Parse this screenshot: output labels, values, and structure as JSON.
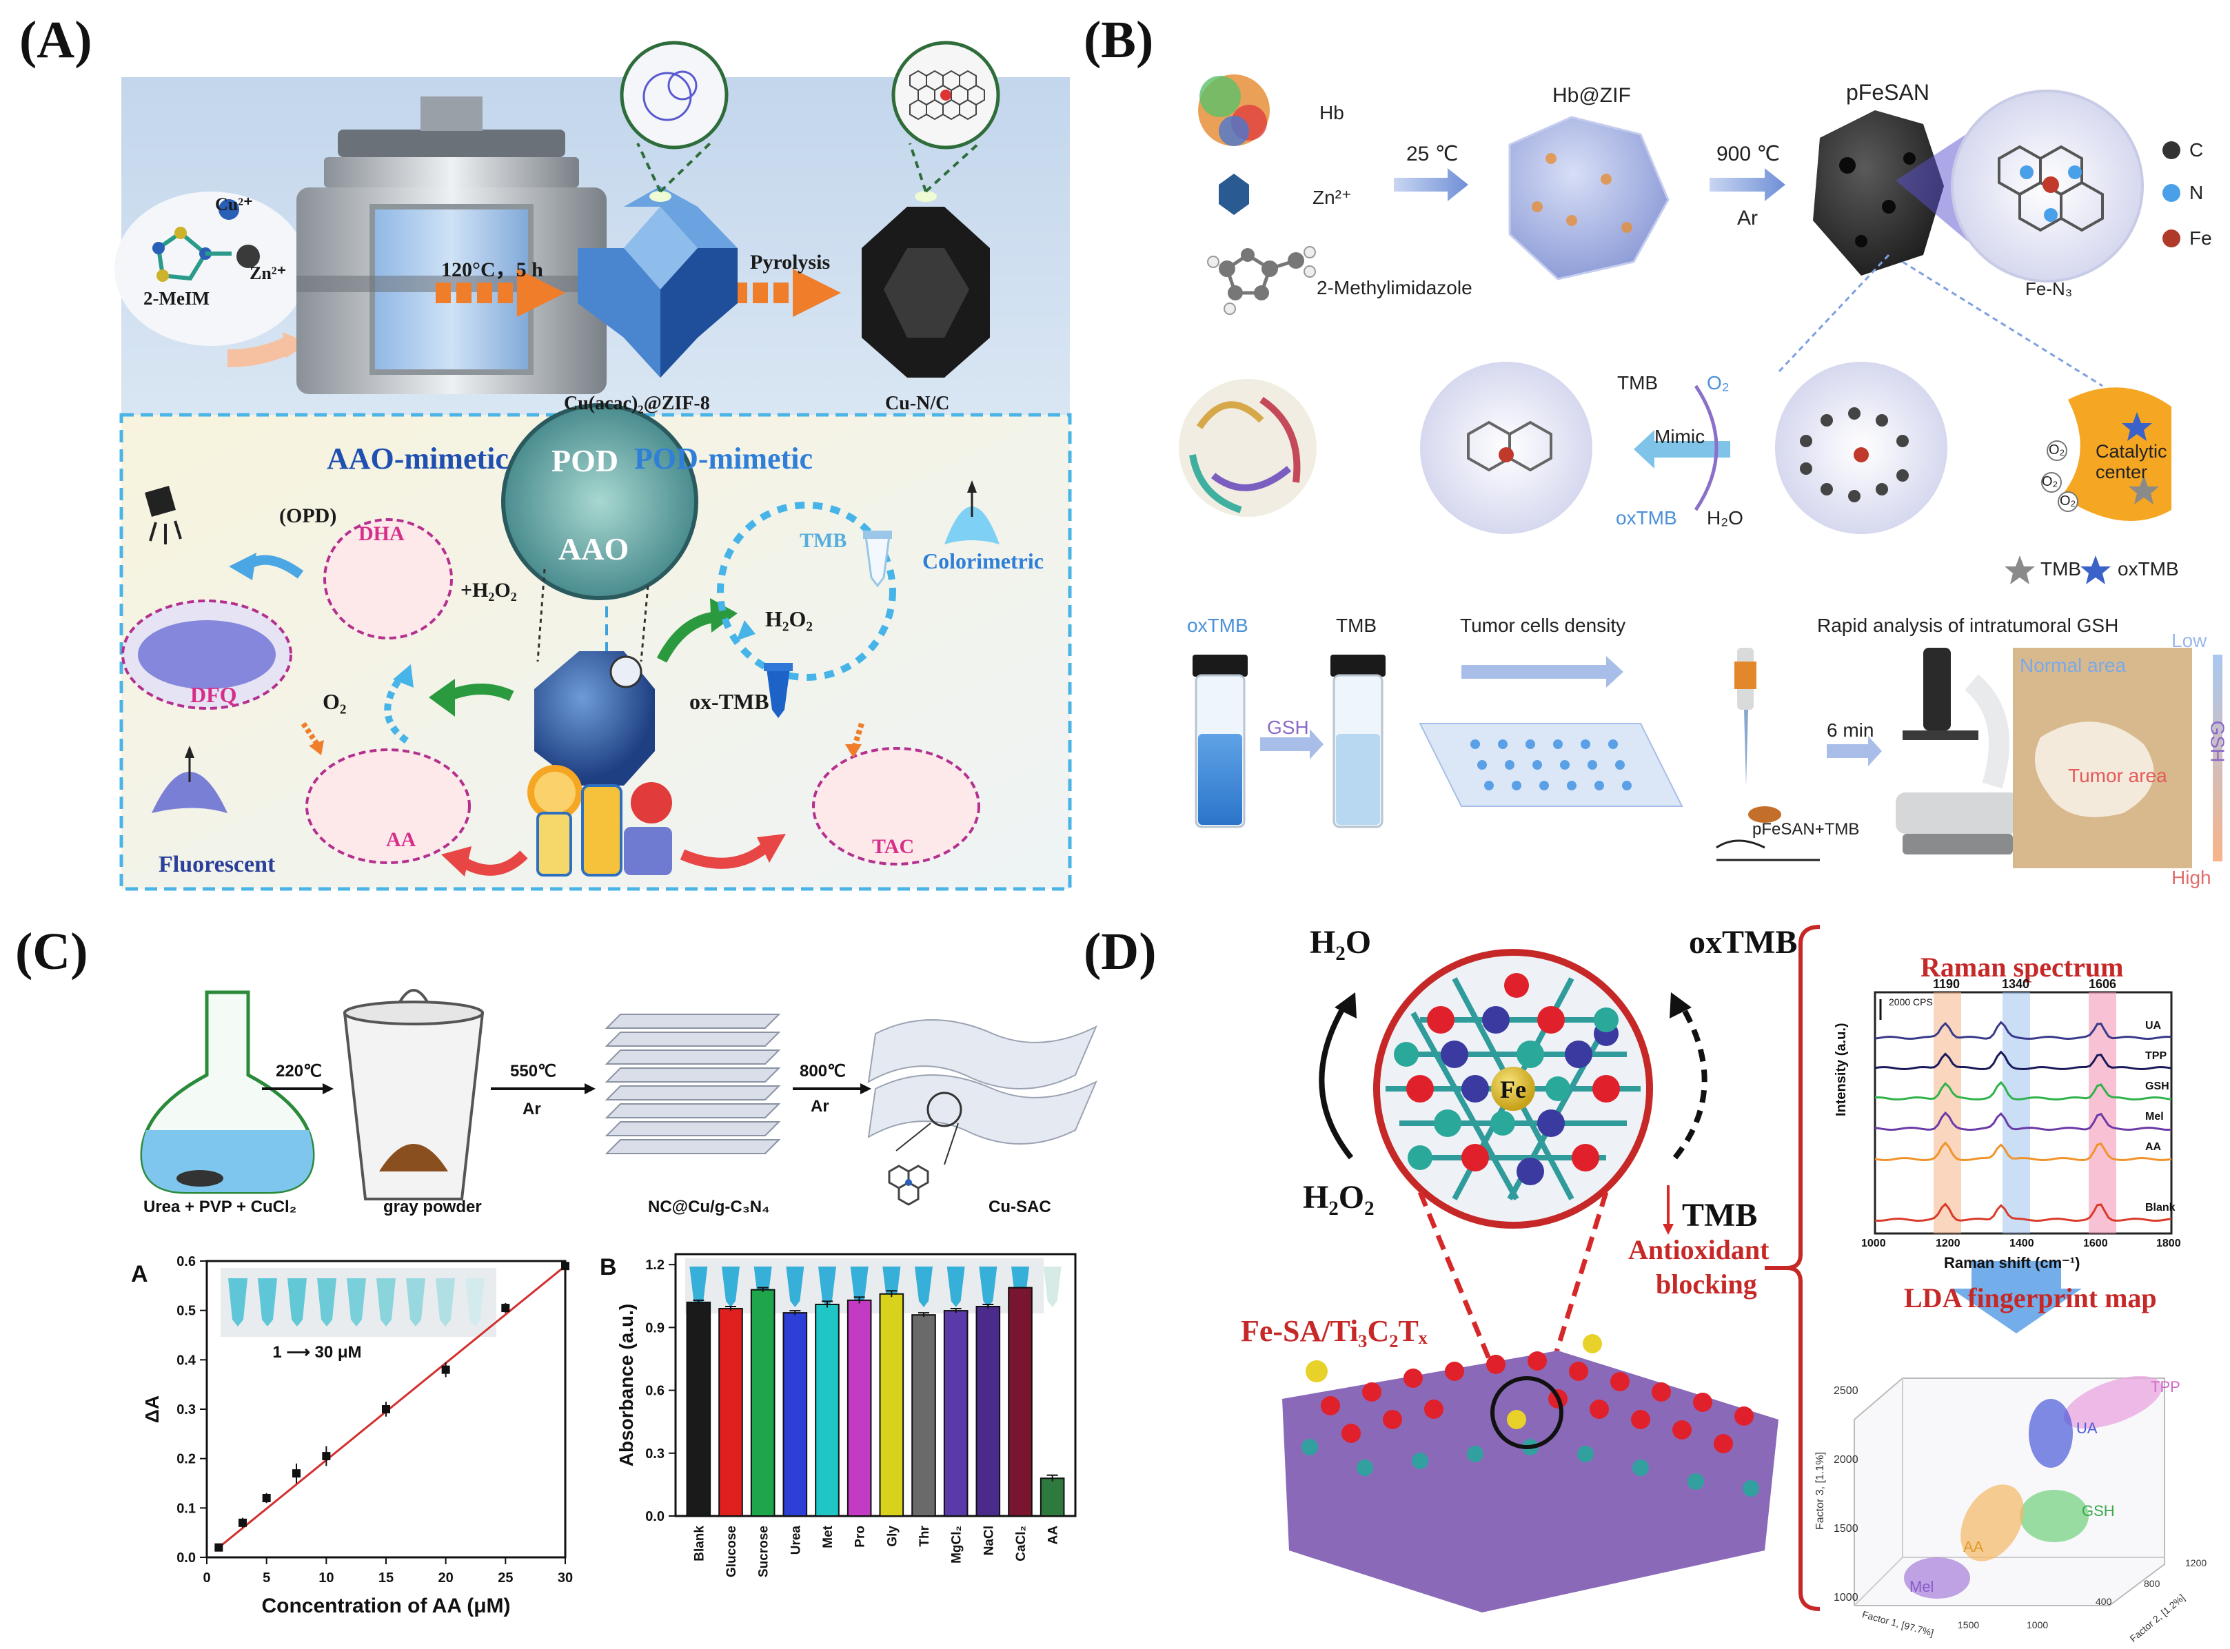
{
  "panels": {
    "a": {
      "label": "(A)",
      "top": {
        "cu_label": "Cu²⁺",
        "zn_label": "Zn²⁺",
        "linker_label": "2-MeIM",
        "step1": "120°C，5 h",
        "product1": "Cu(acac)₂@ZIF-8",
        "step2": "Pyrolysis",
        "product2": "Cu-N/C"
      },
      "bottom": {
        "aao_title": "AAO-mimetic",
        "pod_title": "POD-mimetic",
        "pod_sphere": "POD",
        "aao_sphere": "AAO",
        "opd": "(OPD)",
        "dha": "DHA",
        "h2o2_plus": "+H₂O₂",
        "dfq": "DFQ",
        "o2": "O₂",
        "aa": "AA",
        "fluorescent": "Fluorescent",
        "tmb": "TMB",
        "h2o2": "H₂O₂",
        "ox_tmb": "ox-TMB",
        "colorimetric": "Colorimetric",
        "tac": "TAC"
      }
    },
    "b": {
      "label": "(B)",
      "hb": "Hb",
      "zn": "Zn²⁺",
      "methylimidazole": "2-Methylimidazole",
      "temp1": "25 ℃",
      "hb_zif": "Hb@ZIF",
      "temp2": "900 ℃",
      "ar": "Ar",
      "pfesan": "pFeSAN",
      "fe_n3": "Fe-N₃",
      "legend": [
        "C",
        "N",
        "Fe"
      ],
      "tmb": "TMB",
      "o2": "O₂",
      "mimic": "Mimic",
      "oxtmb": "oxTMB",
      "h2o": "H₂O",
      "catalytic_center": "Catalytic center",
      "o2_marks": [
        "O₂",
        "O₂",
        "O₂"
      ],
      "star_legend": [
        "TMB",
        "oxTMB"
      ],
      "vial_oxtmb": "oxTMB",
      "vial_tmb": "TMB",
      "gsh_arrow": "GSH",
      "tumor_density": "Tumor cells density",
      "rapid_analysis": "Rapid analysis of intratumoral GSH",
      "pipette_label": "pFeSAN+TMB",
      "time": "6 min",
      "normal_area": "Normal area",
      "tumor_area": "Tumor area",
      "low": "Low",
      "gsh_scale": "GSH",
      "high": "High"
    },
    "c": {
      "label": "(C)",
      "step1_temp": "220℃",
      "step2_temp": "550℃",
      "step2_gas": "Ar",
      "step3_temp": "800℃",
      "step3_gas": "Ar",
      "reagents": "Urea + PVP + CuCl₂",
      "gray_powder": "gray powder",
      "nc_label": "NC@Cu/g-C₃N₄",
      "cu_sac": "Cu-SAC"
    },
    "d": {
      "label": "(D)",
      "h2o": "H₂O",
      "h2o2": "H₂O₂",
      "oxtmb": "oxTMB",
      "tmb": "TMB",
      "fe": "Fe",
      "antioxidant": "Antioxidant",
      "blocking": "blocking",
      "material": "Fe-SA/Ti₃C₂Tₓ",
      "raman_title": "Raman spectrum",
      "lda_title": "LDA fingerprint map",
      "lda_groups": [
        "TPP",
        "UA",
        "GSH",
        "AA",
        "Mel"
      ],
      "lda_z_label": "Factor 3, [1.1%]",
      "lda_x_label": "Factor 1, [97.7%]",
      "lda_y_label": "Factor 2, [1.2%]",
      "lda_ticks": [
        "2500",
        "2000",
        "1500",
        "1000",
        "1500",
        "1000",
        "400",
        "800",
        "1200"
      ]
    }
  },
  "chart_data": [
    {
      "type": "scatter",
      "panel": "C-A",
      "subplot_label": "A",
      "xlabel": "Concentration of AA (μM)",
      "ylabel": "ΔA",
      "xlim": [
        0,
        30
      ],
      "ylim": [
        0,
        0.6
      ],
      "xticks": [
        "0",
        "5",
        "10",
        "15",
        "20",
        "25",
        "30"
      ],
      "yticks": [
        "0.0",
        "0.1",
        "0.2",
        "0.3",
        "0.4",
        "0.5",
        "0.6"
      ],
      "inset_text": "1 ⟶ 30 μM",
      "points": [
        {
          "x": 1,
          "y": 0.02,
          "err": 0.005
        },
        {
          "x": 3,
          "y": 0.07,
          "err": 0.01
        },
        {
          "x": 5,
          "y": 0.12,
          "err": 0.01
        },
        {
          "x": 7.5,
          "y": 0.17,
          "err": 0.02
        },
        {
          "x": 10,
          "y": 0.205,
          "err": 0.02
        },
        {
          "x": 15,
          "y": 0.3,
          "err": 0.015
        },
        {
          "x": 20,
          "y": 0.38,
          "err": 0.015
        },
        {
          "x": 25,
          "y": 0.505,
          "err": 0.01
        },
        {
          "x": 30,
          "y": 0.59,
          "err": 0.012
        }
      ],
      "fit_line": {
        "x1": 1,
        "y1": 0.02,
        "x2": 30,
        "y2": 0.59
      }
    },
    {
      "type": "bar",
      "panel": "C-B",
      "subplot_label": "B",
      "ylabel": "Absorbance (a.u.)",
      "ylim": [
        0,
        1.25
      ],
      "yticks": [
        "0.0",
        "0.3",
        "0.6",
        "0.9",
        "1.2"
      ],
      "categories": [
        "Blank",
        "Glucose",
        "Sucrose",
        "Urea",
        "Met",
        "Pro",
        "Gly",
        "Thr",
        "MgCl₂",
        "NaCl",
        "CaCl₂",
        "AA"
      ],
      "values": [
        1.02,
        0.99,
        1.08,
        0.97,
        1.01,
        1.03,
        1.06,
        0.96,
        0.98,
        1.0,
        1.09,
        0.18
      ],
      "errors": [
        0.01,
        0.01,
        0.01,
        0.01,
        0.015,
        0.015,
        0.015,
        0.01,
        0.01,
        0.01,
        0.0,
        0.015
      ],
      "colors": [
        "#1a1a1a",
        "#e0201e",
        "#1fa64a",
        "#2c3fd6",
        "#20c6c6",
        "#c33ac3",
        "#d9d21c",
        "#6a6a6a",
        "#5a3aa8",
        "#4a2a8a",
        "#7a1530",
        "#2e7a3e"
      ]
    },
    {
      "type": "line",
      "panel": "D-raman",
      "xlabel": "Raman shift (cm⁻¹)",
      "ylabel": "Intensity (a.u.)",
      "xlim": [
        1000,
        1800
      ],
      "xticks": [
        "1000",
        "1200",
        "1400",
        "1600",
        "1800"
      ],
      "peaks": [
        "1190",
        "1340",
        "1606"
      ],
      "scale_bar": "2000 CPS",
      "series": [
        {
          "name": "UA",
          "color": "#3a3a8a",
          "offset": 6
        },
        {
          "name": "TPP",
          "color": "#1a1a5a",
          "offset": 5
        },
        {
          "name": "GSH",
          "color": "#2fb34a",
          "offset": 4
        },
        {
          "name": "Mel",
          "color": "#6b3aa6",
          "offset": 3
        },
        {
          "name": "AA",
          "color": "#f0932b",
          "offset": 2
        },
        {
          "name": "Blank",
          "color": "#d93a2a",
          "offset": 0
        }
      ]
    }
  ]
}
